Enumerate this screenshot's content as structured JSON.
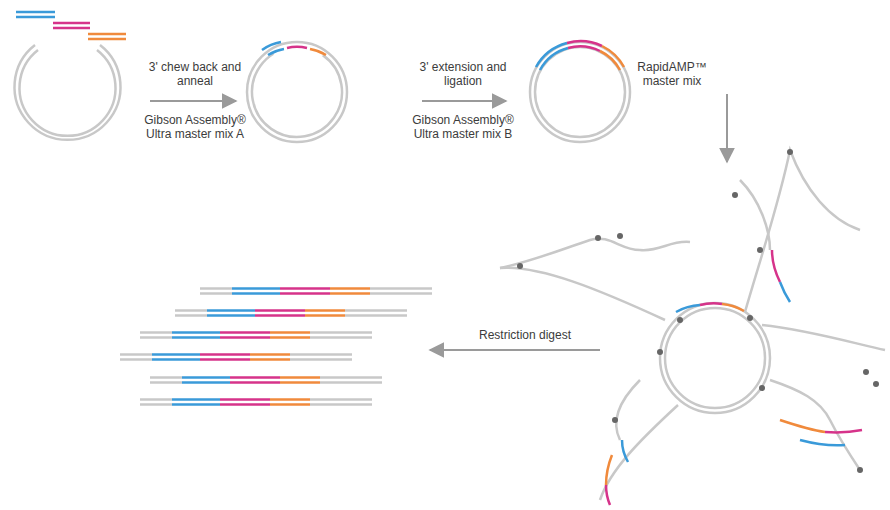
{
  "diagram": {
    "labels": [
      "3' chew back and anneal",
      "Gibson Assembly® Ultra master mix A",
      "3' extension and ligation",
      "Gibson Assembly® Ultra master mix B",
      "RapidAMP™ master mix",
      "Restriction digest"
    ]
  }
}
